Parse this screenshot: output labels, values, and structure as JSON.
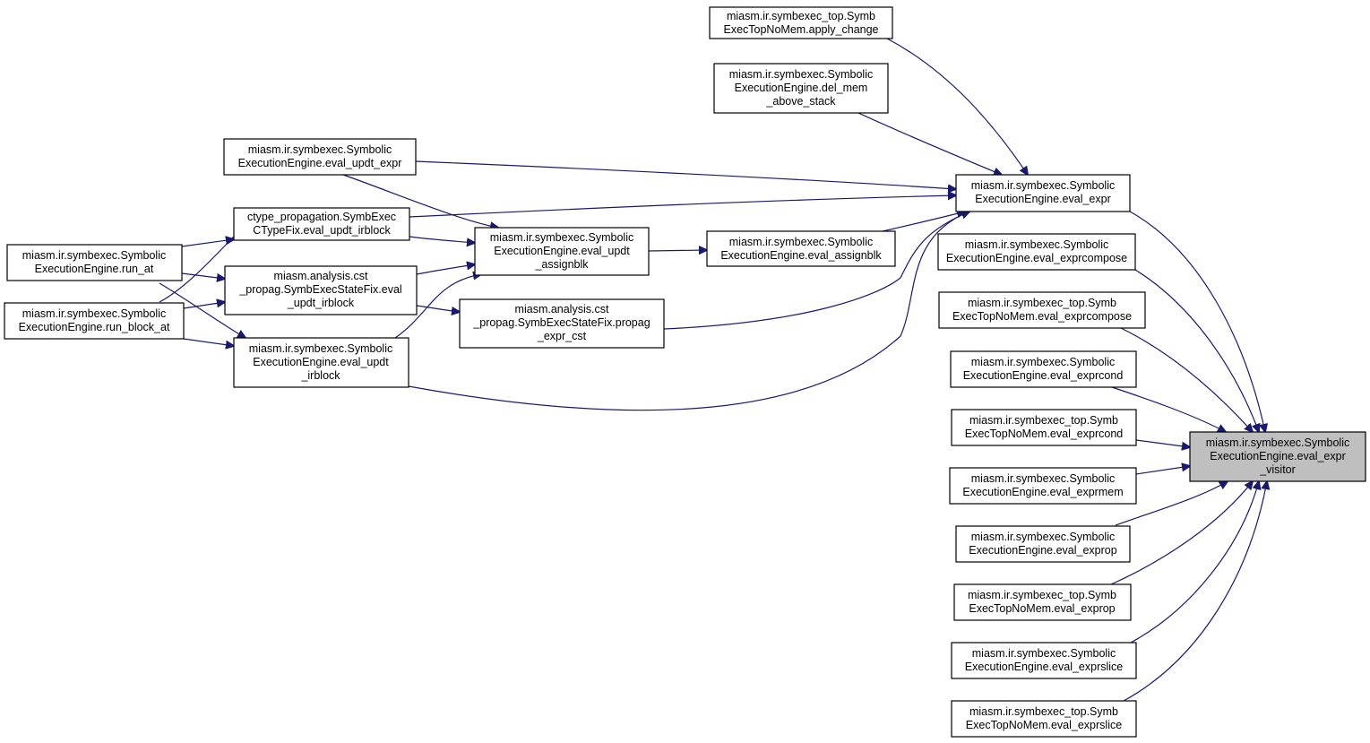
{
  "graph": {
    "edge_color": "#191970",
    "node_fill": "#ffffff",
    "highlight_fill": "#bfbfbf",
    "nodes": [
      {
        "id": "visitor",
        "lines": [
          "miasm.ir.symbexec.Symbolic",
          "ExecutionEngine.eval_expr",
          "_visitor"
        ],
        "highlight": true
      },
      {
        "id": "eval_expr",
        "lines": [
          "miasm.ir.symbexec.Symbolic",
          "ExecutionEngine.eval_expr"
        ]
      },
      {
        "id": "apply_change",
        "lines": [
          "miasm.ir.symbexec_top.Symb",
          "ExecTopNoMem.apply_change"
        ]
      },
      {
        "id": "del_mem",
        "lines": [
          "miasm.ir.symbexec.Symbolic",
          "ExecutionEngine.del_mem",
          "_above_stack"
        ]
      },
      {
        "id": "eval_updt_expr",
        "lines": [
          "miasm.ir.symbexec.Symbolic",
          "ExecutionEngine.eval_updt_expr"
        ]
      },
      {
        "id": "ctype_irblock",
        "lines": [
          "ctype_propagation.SymbExec",
          "CTypeFix.eval_updt_irblock"
        ]
      },
      {
        "id": "updt_assignblk",
        "lines": [
          "miasm.ir.symbexec.Symbolic",
          "ExecutionEngine.eval_updt",
          "_assignblk"
        ]
      },
      {
        "id": "eval_assignblk",
        "lines": [
          "miasm.ir.symbexec.Symbolic",
          "ExecutionEngine.eval_assignblk"
        ]
      },
      {
        "id": "run_at",
        "lines": [
          "miasm.ir.symbexec.Symbolic",
          "ExecutionEngine.run_at"
        ]
      },
      {
        "id": "cst_irblock",
        "lines": [
          "miasm.analysis.cst",
          "_propag.SymbExecStateFix.eval",
          "_updt_irblock"
        ]
      },
      {
        "id": "propag_cst",
        "lines": [
          "miasm.analysis.cst",
          "_propag.SymbExecStateFix.propag",
          "_expr_cst"
        ]
      },
      {
        "id": "run_block_at",
        "lines": [
          "miasm.ir.symbexec.Symbolic",
          "ExecutionEngine.run_block_at"
        ]
      },
      {
        "id": "updt_irblock",
        "lines": [
          "miasm.ir.symbexec.Symbolic",
          "ExecutionEngine.eval_updt",
          "_irblock"
        ]
      },
      {
        "id": "exprcompose",
        "lines": [
          "miasm.ir.symbexec.Symbolic",
          "ExecutionEngine.eval_exprcompose"
        ]
      },
      {
        "id": "top_exprcompose",
        "lines": [
          "miasm.ir.symbexec_top.Symb",
          "ExecTopNoMem.eval_exprcompose"
        ]
      },
      {
        "id": "exprcond",
        "lines": [
          "miasm.ir.symbexec.Symbolic",
          "ExecutionEngine.eval_exprcond"
        ]
      },
      {
        "id": "top_exprcond",
        "lines": [
          "miasm.ir.symbexec_top.Symb",
          "ExecTopNoMem.eval_exprcond"
        ]
      },
      {
        "id": "exprmem",
        "lines": [
          "miasm.ir.symbexec.Symbolic",
          "ExecutionEngine.eval_exprmem"
        ]
      },
      {
        "id": "exprop",
        "lines": [
          "miasm.ir.symbexec.Symbolic",
          "ExecutionEngine.eval_exprop"
        ]
      },
      {
        "id": "top_exprop",
        "lines": [
          "miasm.ir.symbexec_top.Symb",
          "ExecTopNoMem.eval_exprop"
        ]
      },
      {
        "id": "exprslice",
        "lines": [
          "miasm.ir.symbexec.Symbolic",
          "ExecutionEngine.eval_exprslice"
        ]
      },
      {
        "id": "top_exprslice",
        "lines": [
          "miasm.ir.symbexec_top.Symb",
          "ExecTopNoMem.eval_exprslice"
        ]
      }
    ],
    "edges": [
      {
        "from": "eval_expr",
        "to": "visitor"
      },
      {
        "from": "exprcompose",
        "to": "visitor"
      },
      {
        "from": "top_exprcompose",
        "to": "visitor"
      },
      {
        "from": "exprcond",
        "to": "visitor"
      },
      {
        "from": "top_exprcond",
        "to": "visitor"
      },
      {
        "from": "exprmem",
        "to": "visitor"
      },
      {
        "from": "exprop",
        "to": "visitor"
      },
      {
        "from": "top_exprop",
        "to": "visitor"
      },
      {
        "from": "exprslice",
        "to": "visitor"
      },
      {
        "from": "top_exprslice",
        "to": "visitor"
      },
      {
        "from": "apply_change",
        "to": "eval_expr"
      },
      {
        "from": "del_mem",
        "to": "eval_expr"
      },
      {
        "from": "eval_updt_expr",
        "to": "eval_expr"
      },
      {
        "from": "ctype_irblock",
        "to": "eval_expr"
      },
      {
        "from": "eval_assignblk",
        "to": "eval_expr"
      },
      {
        "from": "propag_cst",
        "to": "eval_expr"
      },
      {
        "from": "updt_irblock",
        "to": "eval_expr"
      },
      {
        "from": "updt_assignblk",
        "to": "eval_assignblk"
      },
      {
        "from": "eval_updt_expr",
        "to": "updt_assignblk"
      },
      {
        "from": "ctype_irblock",
        "to": "updt_assignblk"
      },
      {
        "from": "cst_irblock",
        "to": "updt_assignblk"
      },
      {
        "from": "updt_irblock",
        "to": "updt_assignblk"
      },
      {
        "from": "cst_irblock",
        "to": "propag_cst"
      },
      {
        "from": "run_at",
        "to": "ctype_irblock"
      },
      {
        "from": "run_block_at",
        "to": "ctype_irblock"
      },
      {
        "from": "run_at",
        "to": "cst_irblock"
      },
      {
        "from": "run_block_at",
        "to": "cst_irblock"
      },
      {
        "from": "run_at",
        "to": "updt_irblock"
      },
      {
        "from": "run_block_at",
        "to": "updt_irblock"
      }
    ]
  }
}
